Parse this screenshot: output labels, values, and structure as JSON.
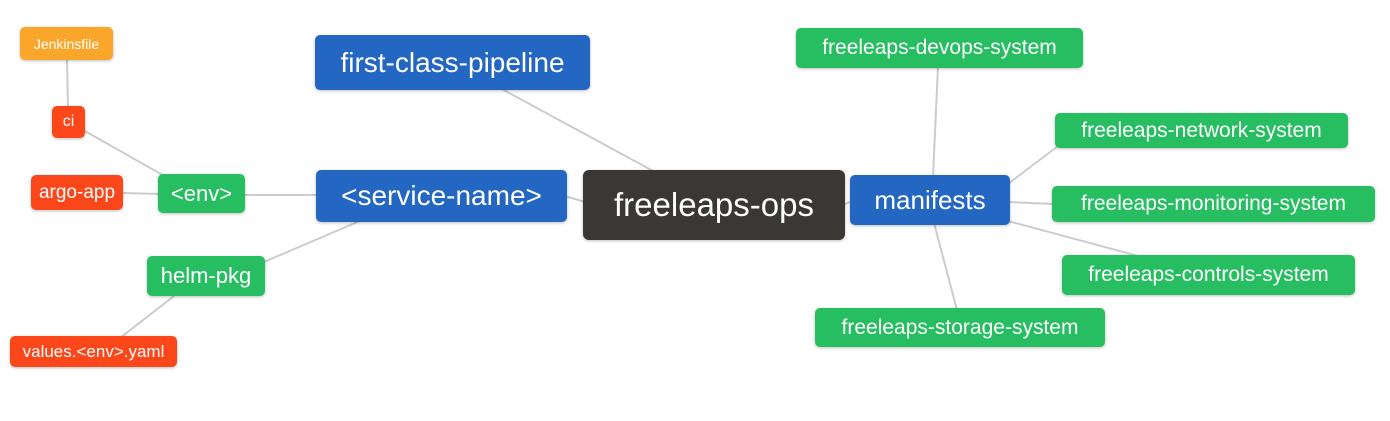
{
  "diagram": {
    "type": "mindmap",
    "root": "freeleaps-ops",
    "palette": {
      "blue": "#2467c2",
      "green": "#27be62",
      "orange": "#f9a62b",
      "red": "#fb471a",
      "dark": "#3b3735",
      "edge": "#cccccc",
      "text": "#ffffff",
      "background": "#ffffff"
    },
    "nodes": {
      "freeleaps_ops": {
        "label": "freeleaps-ops",
        "color": "#3b3735"
      },
      "first_class_pipeline": {
        "label": "first-class-pipeline",
        "color": "#2467c2"
      },
      "service_name": {
        "label": "<service-name>",
        "color": "#2467c2"
      },
      "manifests": {
        "label": "manifests",
        "color": "#2467c2"
      },
      "env": {
        "label": "<env>",
        "color": "#27be62"
      },
      "helm_pkg": {
        "label": "helm-pkg",
        "color": "#27be62"
      },
      "ci": {
        "label": "ci",
        "color": "#fb471a"
      },
      "argo_app": {
        "label": "argo-app",
        "color": "#fb471a"
      },
      "jenkinsfile": {
        "label": "Jenkinsfile",
        "color": "#f9a62b"
      },
      "values_env_yaml": {
        "label": "values.<env>.yaml",
        "color": "#fb471a"
      },
      "devops_system": {
        "label": "freeleaps-devops-system",
        "color": "#27be62"
      },
      "network_system": {
        "label": "freeleaps-network-system",
        "color": "#27be62"
      },
      "monitoring_system": {
        "label": "freeleaps-monitoring-system",
        "color": "#27be62"
      },
      "controls_system": {
        "label": "freeleaps-controls-system",
        "color": "#27be62"
      },
      "storage_system": {
        "label": "freeleaps-storage-system",
        "color": "#27be62"
      }
    },
    "edges": [
      {
        "from": "jenkinsfile",
        "to": "ci"
      },
      {
        "from": "ci",
        "to": "env"
      },
      {
        "from": "argo_app",
        "to": "env"
      },
      {
        "from": "env",
        "to": "service_name"
      },
      {
        "from": "helm_pkg",
        "to": "service_name"
      },
      {
        "from": "values_env_yaml",
        "to": "helm_pkg"
      },
      {
        "from": "first_class_pipeline",
        "to": "freeleaps_ops"
      },
      {
        "from": "service_name",
        "to": "freeleaps_ops"
      },
      {
        "from": "freeleaps_ops",
        "to": "manifests"
      },
      {
        "from": "manifests",
        "to": "devops_system"
      },
      {
        "from": "manifests",
        "to": "network_system"
      },
      {
        "from": "manifests",
        "to": "monitoring_system"
      },
      {
        "from": "manifests",
        "to": "controls_system"
      },
      {
        "from": "manifests",
        "to": "storage_system"
      }
    ]
  }
}
